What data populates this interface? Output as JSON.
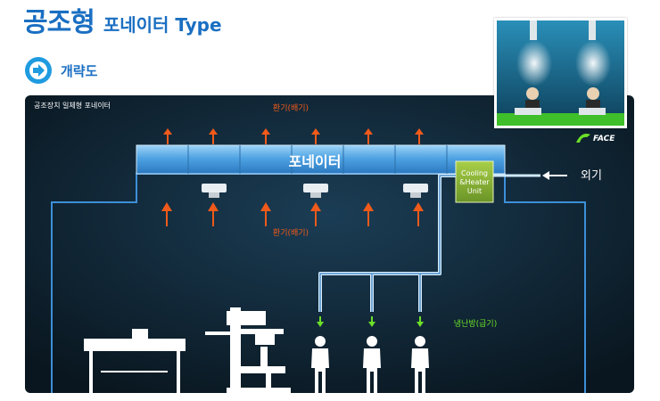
{
  "header": {
    "title": "공조형",
    "subtitle": "포네이터 Type"
  },
  "section": {
    "label": "개략도"
  },
  "diagram": {
    "caption": "공조장치 일체형 포네이터",
    "exhaust_top": "환기(배기)",
    "exhaust_bottom": "환기(배기)",
    "duct_label": "포네이터",
    "unit_label": {
      "line1": "Cooling",
      "line2": "&Heater",
      "line3": "Unit"
    },
    "outside_air": "외기",
    "supply_label": "냉난방(급기)",
    "brand": "FACE"
  },
  "colors": {
    "accent": "#1a6fc2",
    "arrow_orange": "#f05a1a",
    "arrow_green": "#6ce028",
    "bg_dark": "#0e2536",
    "unit_green": "#8ab83a"
  }
}
